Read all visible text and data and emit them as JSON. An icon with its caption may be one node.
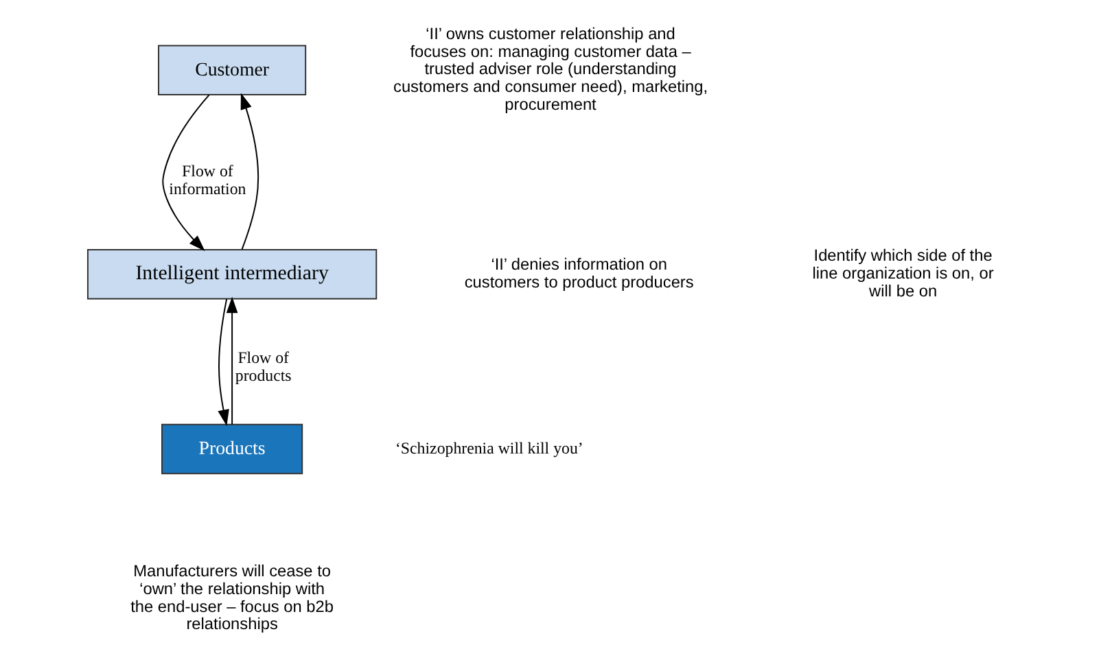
{
  "diagram": {
    "nodes": [
      {
        "text": [
          "Customer"
        ]
      },
      {
        "text": [
          "Intelligent intermediary"
        ]
      },
      {
        "text": [
          "Products"
        ]
      }
    ],
    "edges": [
      {
        "from": 0,
        "to": 1,
        "arrow": "to",
        "label": "Flow of information"
      },
      {
        "from": 1,
        "to": 0,
        "arrow": "to"
      },
      {
        "from": 1,
        "to": 2,
        "arrow": "to"
      },
      {
        "from": 2,
        "to": 1,
        "arrow": "to",
        "label": "Flow of products"
      }
    ],
    "labels": [
      "‘II’ owns customer relationship and focuses on: managing customer data – trusted adviser role (understanding customers and consumer need), marketing, procurement",
      "‘II’ denies information on customers to product producers",
      "Identify which side of the line organization is on, or will be on",
      "‘Schizophrenia will kill you’",
      "Manufacturers will cease to ‘own’ the relationship with the end-user – focus on b2b relationships"
    ]
  }
}
